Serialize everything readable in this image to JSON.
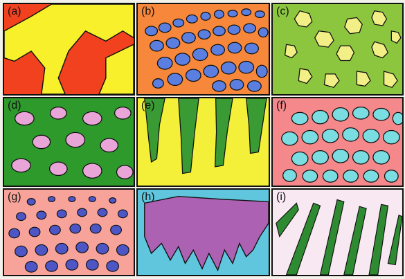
{
  "panels": [
    {
      "label": "(a)",
      "colors": {
        "bg": "#f2411f",
        "fg": "#f7f02a"
      }
    },
    {
      "label": "(b)",
      "colors": {
        "bg": "#f7873a",
        "fg": "#5b7fe0"
      }
    },
    {
      "label": "(c)",
      "colors": {
        "bg": "#8cc63e",
        "fg": "#f2ef86"
      }
    },
    {
      "label": "(d)",
      "colors": {
        "bg": "#2e9a2c",
        "fg": "#e9a4d8"
      }
    },
    {
      "label": "(e)",
      "colors": {
        "bg": "#f4f03a",
        "fg": "#3a9a34"
      }
    },
    {
      "label": "(f)",
      "colors": {
        "bg": "#f4888a",
        "fg": "#79dde2"
      }
    },
    {
      "label": "(g)",
      "colors": {
        "bg": "#f8a39a",
        "fg": "#4d56c4"
      }
    },
    {
      "label": "(h)",
      "colors": {
        "bg": "#5fc6dd",
        "fg": "#ad61b2"
      }
    },
    {
      "label": "(i)",
      "colors": {
        "bg": "#f7e8f2",
        "fg": "#2f8b32"
      }
    }
  ]
}
